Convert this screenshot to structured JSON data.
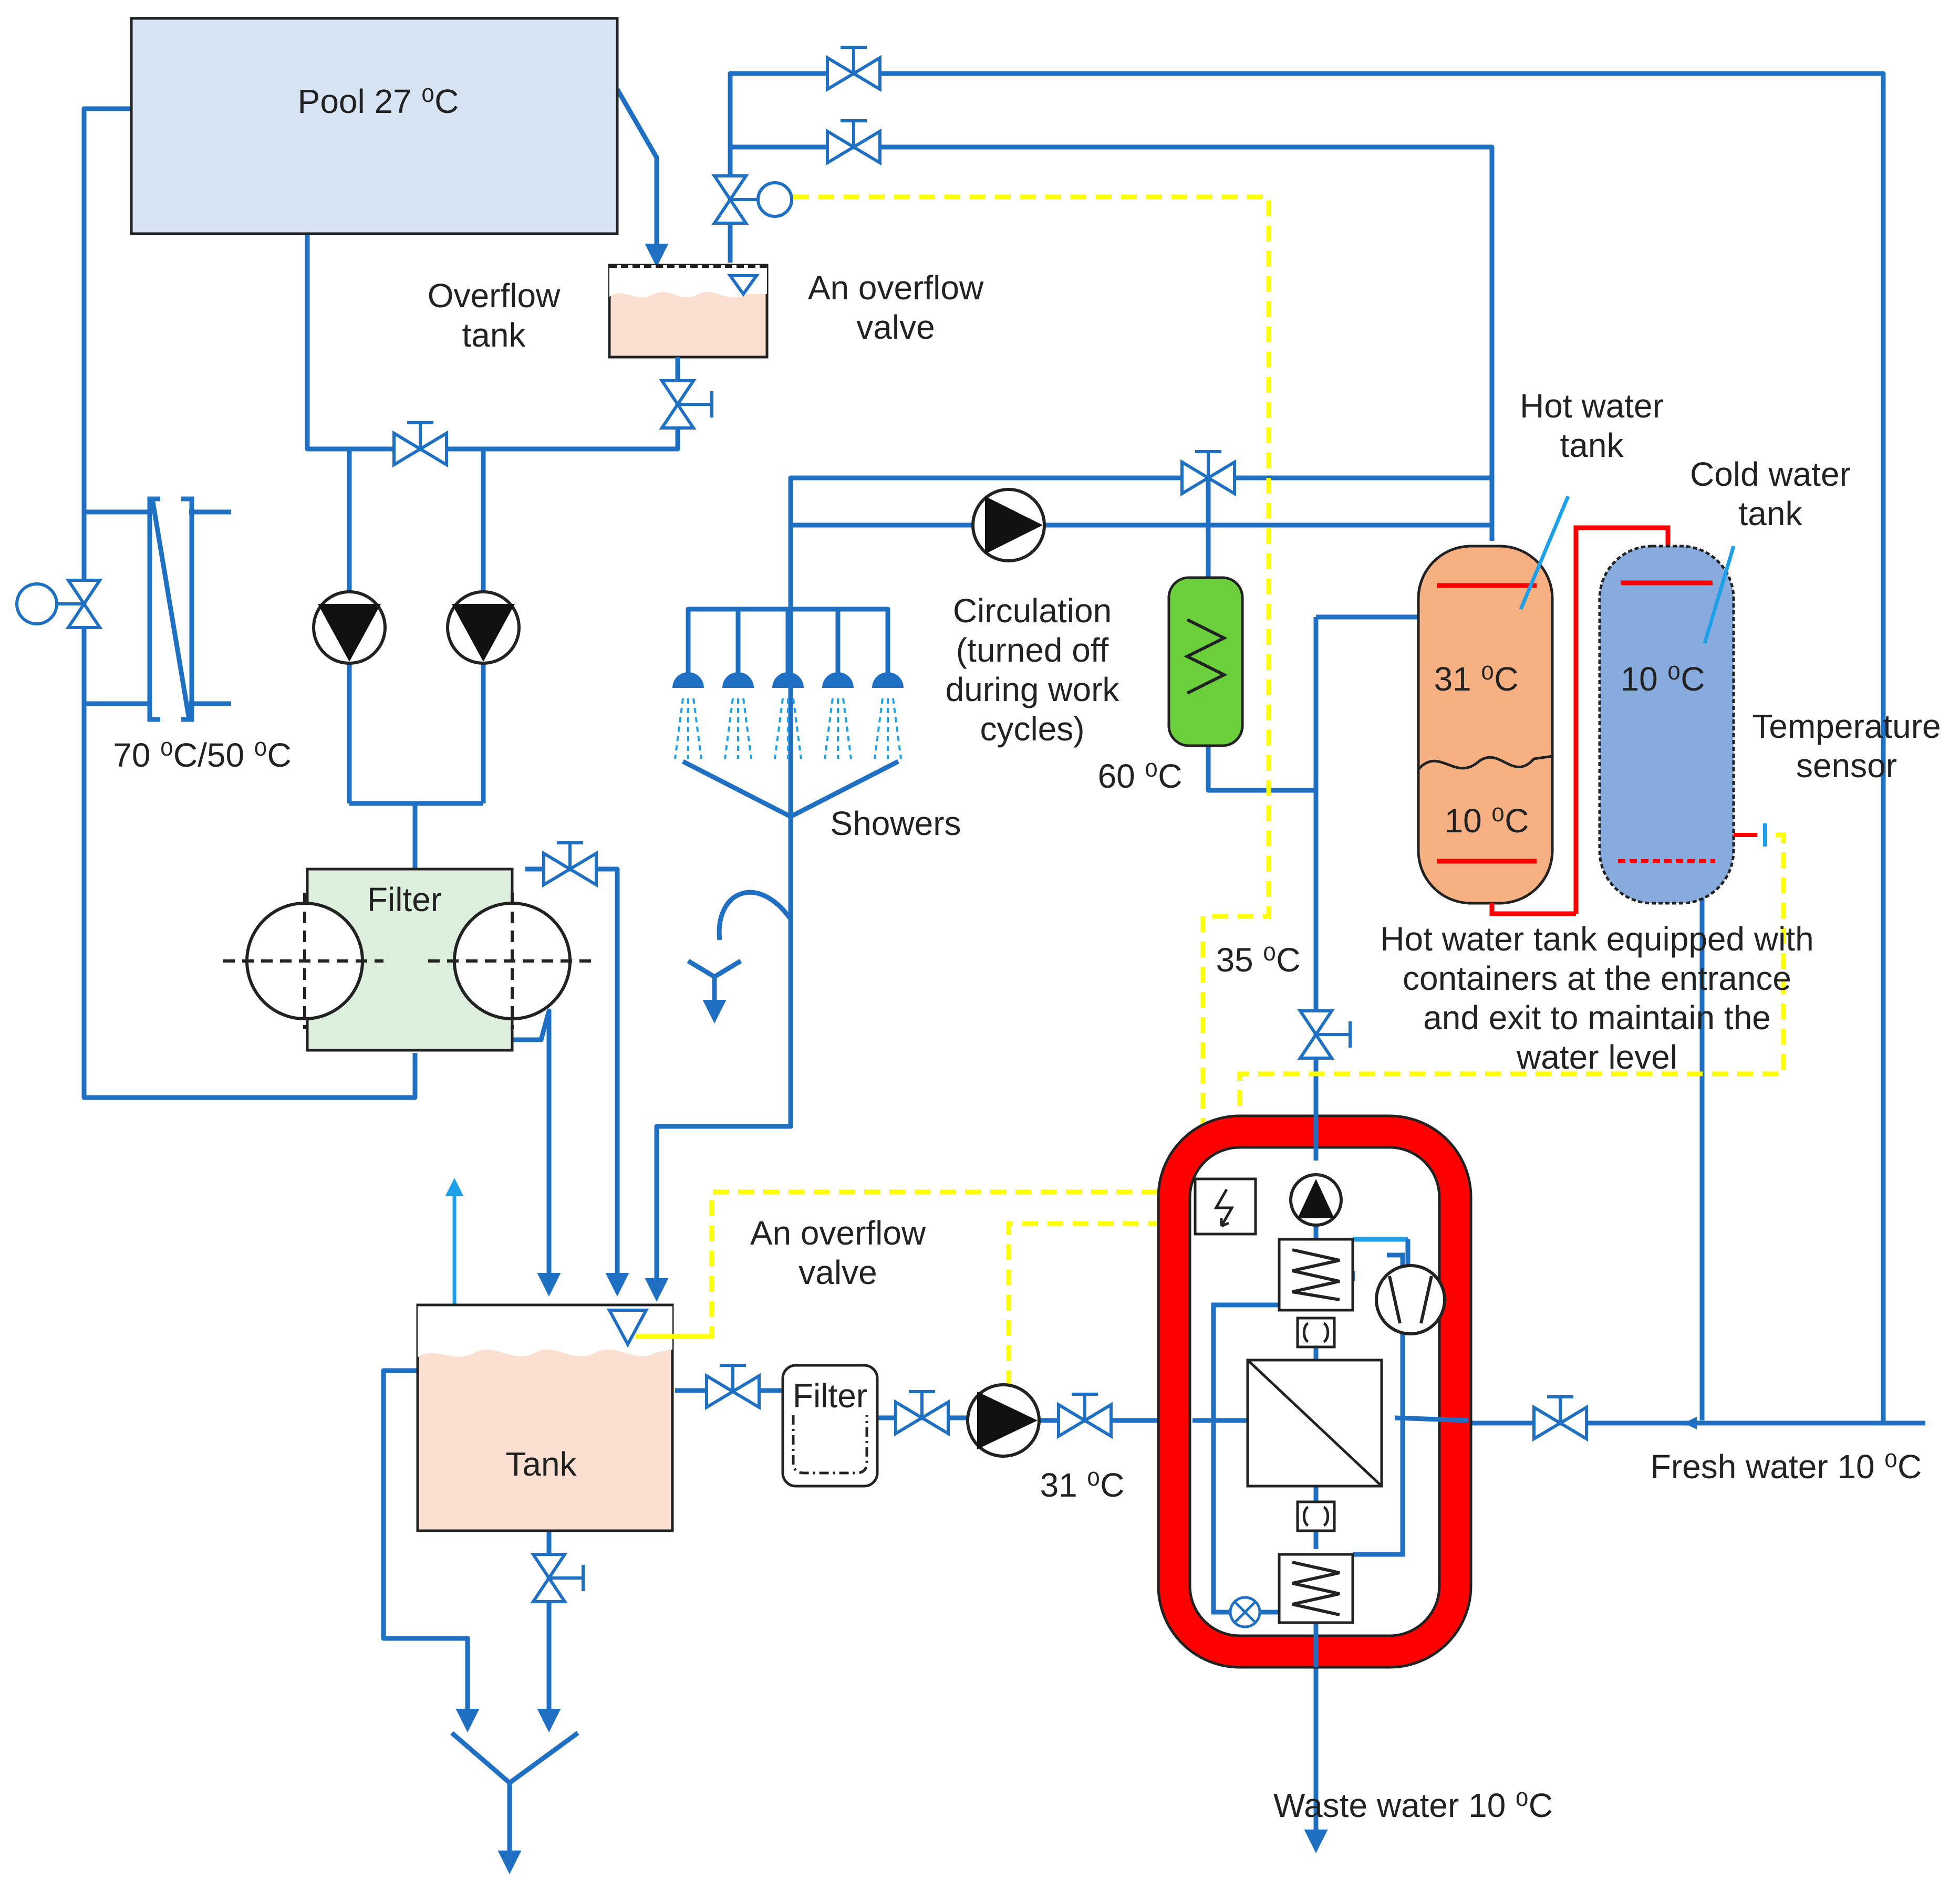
{
  "labels": {
    "pool": "Pool 27 ⁰C",
    "overflow_tank_1": "Overflow",
    "overflow_tank_2": "tank",
    "overflow_valve_top_1": "An overflow",
    "overflow_valve_top_2": "valve",
    "filter_top": "Filter",
    "heater_temp": "70 ⁰C/50 ⁰C",
    "showers": "Showers",
    "circulation_1": "Circulation",
    "circulation_2": "(turned off",
    "circulation_3": "during work",
    "circulation_4": "cycles)",
    "heater_60": "60 ⁰C",
    "hot_tank_1": "Hot water",
    "hot_tank_2": "tank",
    "cold_tank_1": "Cold water",
    "cold_tank_2": "tank",
    "hot_upper": "31 ⁰C",
    "hot_lower": "10 ⁰C",
    "cold_temp": "10 ⁰C",
    "temp_sensor_1": "Temperature",
    "temp_sensor_2": "sensor",
    "note_1": "Hot water tank equipped with",
    "note_2": "containers at the entrance",
    "note_3": "and exit to maintain the",
    "note_4": "water level",
    "t35": "35 ⁰C",
    "overflow_valve_bottom_1": "An overflow",
    "overflow_valve_bottom_2": "valve",
    "filter_bottom": "Filter",
    "tank": "Tank",
    "t31": "31 ⁰C",
    "fresh_water": "Fresh water 10 ⁰C",
    "waste_water": "Waste water 10 ⁰C"
  },
  "colors": {
    "pipe": "#1f6fc2",
    "signal": "#ffff00",
    "hot_line": "#ff0000",
    "pool_fill": "#d6e4f4",
    "overflow_fill": "#fbe0d2",
    "filter_fill": "#dcefdc",
    "heater_fill": "#6ccf3c",
    "hot_tank_fill": "#f7b081",
    "cold_tank_fill": "#87abdc",
    "heatpump_frame": "#ff0000",
    "light_blue": "#1ea0e8"
  }
}
